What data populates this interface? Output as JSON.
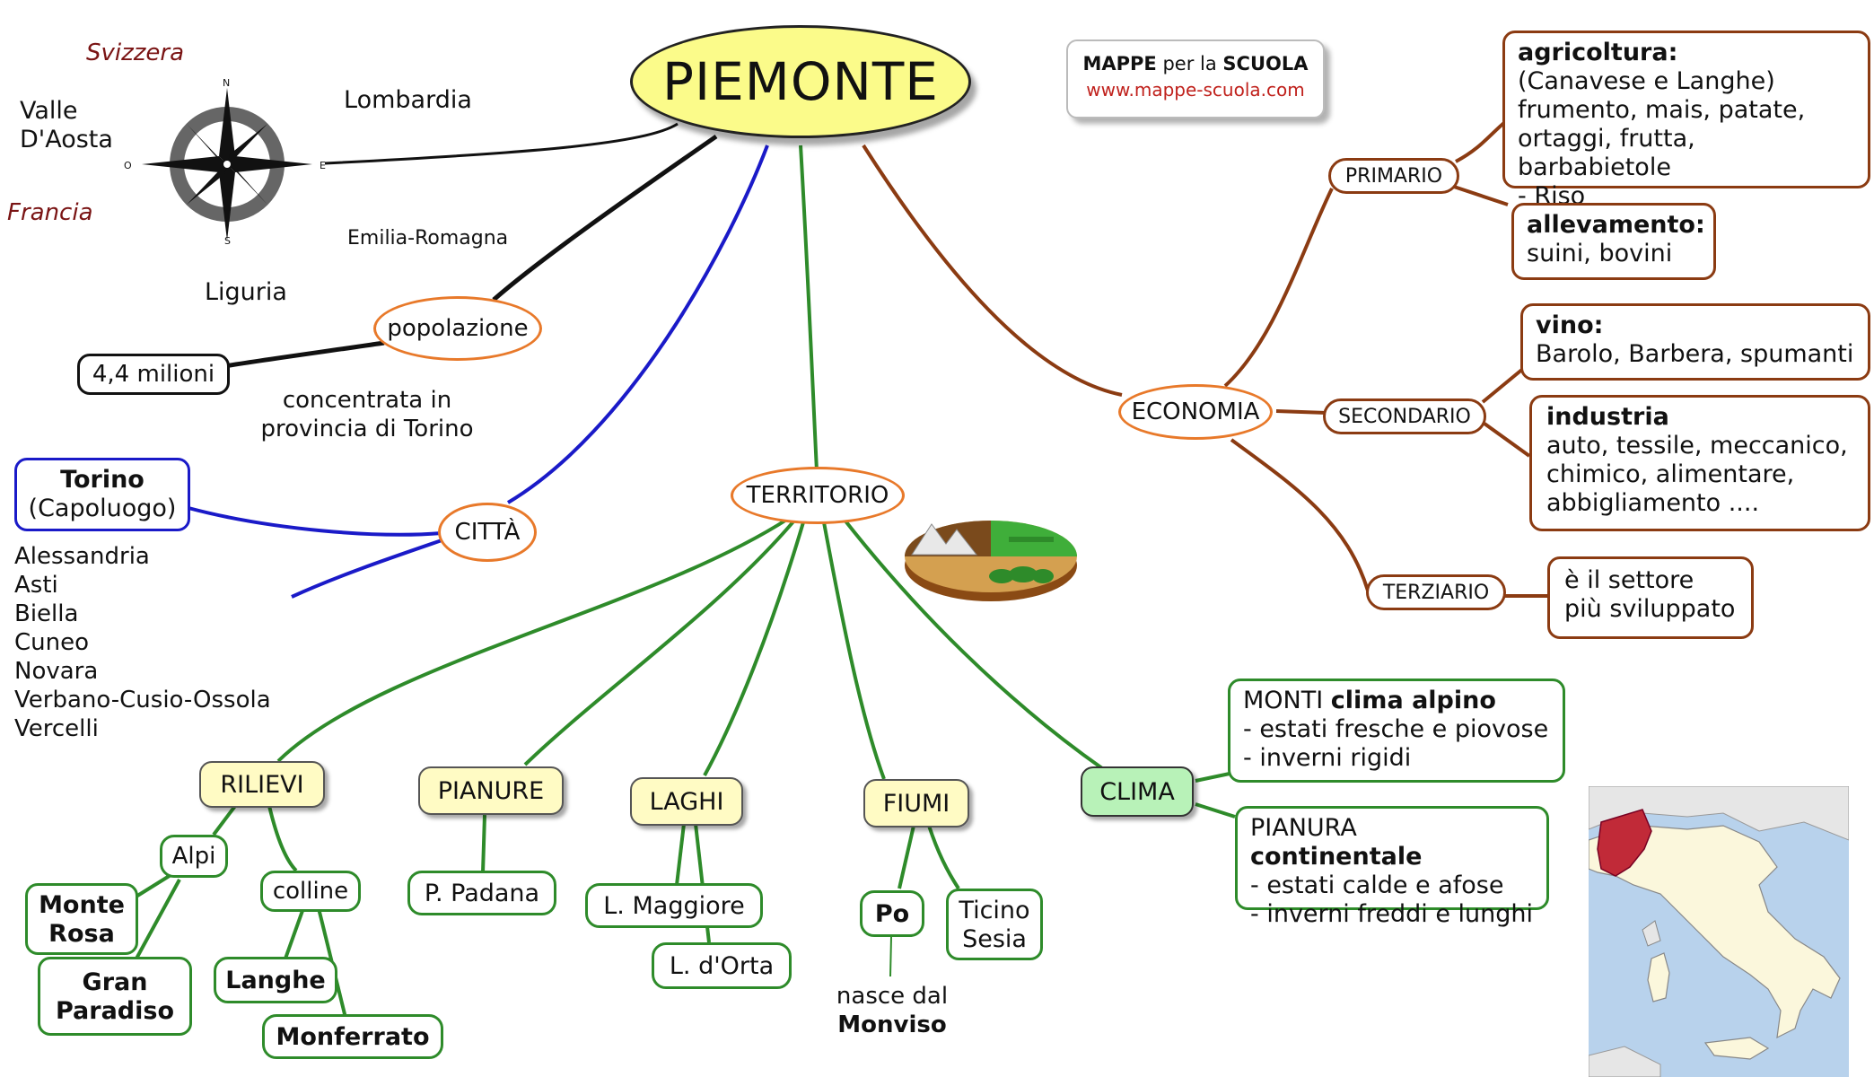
{
  "title": "PIEMONTE",
  "brand": {
    "line1_a": "MAPPE",
    "line1_b": " per la ",
    "line1_c": "SCUOLA",
    "url": "www.mappe-scuola.com"
  },
  "borders": {
    "switzerland": "Svizzera",
    "france": "Francia",
    "valle_aosta_1": "Valle",
    "valle_aosta_2": "D'Aosta",
    "lombardia": "Lombardia",
    "emilia": "Emilia-Romagna",
    "liguria": "Liguria"
  },
  "compass": {
    "n": "N",
    "s": "S",
    "e": "E",
    "o": "O"
  },
  "popolazione": {
    "label": "popolazione",
    "value": "4,4 milioni",
    "note1": "concentrata in",
    "note2": "provincia di Torino"
  },
  "citta": {
    "label": "CITTÀ",
    "capital": "Torino",
    "capital_note": "(Capoluogo)",
    "list": [
      "Alessandria",
      "Asti",
      "Biella",
      "Cuneo",
      "Novara",
      "Verbano-Cusio-Ossola",
      "Vercelli"
    ]
  },
  "territorio": {
    "label": "TERRITORIO",
    "rilievi": {
      "label": "RILIEVI",
      "alpi": "Alpi",
      "colline": "colline",
      "monte_rosa_1": "Monte",
      "monte_rosa_2": "Rosa",
      "gran_paradiso_1": "Gran",
      "gran_paradiso_2": "Paradiso",
      "langhe": "Langhe",
      "monferrato": "Monferrato"
    },
    "pianure": {
      "label": "PIANURE",
      "padana": "P. Padana"
    },
    "laghi": {
      "label": "LAGHI",
      "maggiore": "L. Maggiore",
      "orta": "L. d'Orta"
    },
    "fiumi": {
      "label": "FIUMI",
      "po": "Po",
      "po_note1": "nasce dal",
      "po_note2": "Monviso",
      "ticino": "Ticino",
      "sesia": "Sesia"
    },
    "clima": {
      "label": "CLIMA",
      "monti_a": "MONTI ",
      "monti_b": "clima alpino",
      "monti_l1": "- estati fresche e piovose",
      "monti_l2": "- inverni rigidi",
      "pianura_a": "PIANURA ",
      "pianura_b": "continentale",
      "pianura_l1": "- estati calde e afose",
      "pianura_l2": "- inverni freddi e lunghi"
    }
  },
  "economia": {
    "label": "ECONOMIA",
    "primario": "PRIMARIO",
    "secondario": "SECONDARIO",
    "terziario": "TERZIARIO",
    "agricoltura_title": "agricoltura:",
    "agricoltura_l1": "(Canavese e Langhe)",
    "agricoltura_l2": "frumento, mais, patate,",
    "agricoltura_l3": "ortaggi, frutta, barbabietole",
    "agricoltura_l4": "- Riso",
    "allevamento_title": "allevamento:",
    "allevamento_text": "suini, bovini",
    "vino_title": "vino:",
    "vino_text": "Barolo, Barbera, spumanti",
    "industria_title": "industria",
    "industria_l1": "auto, tessile, meccanico,",
    "industria_l2": "chimico, alimentare,",
    "industria_l3": "abbigliamento ....",
    "terziario_l1": "è il settore",
    "terziario_l2": "più sviluppato"
  },
  "colors": {
    "accent_orange": "#e8792a",
    "brown": "#8b3b12",
    "green": "#2e8b2a",
    "blue": "#1a1ac8",
    "title_fill": "#fbfb8a"
  }
}
